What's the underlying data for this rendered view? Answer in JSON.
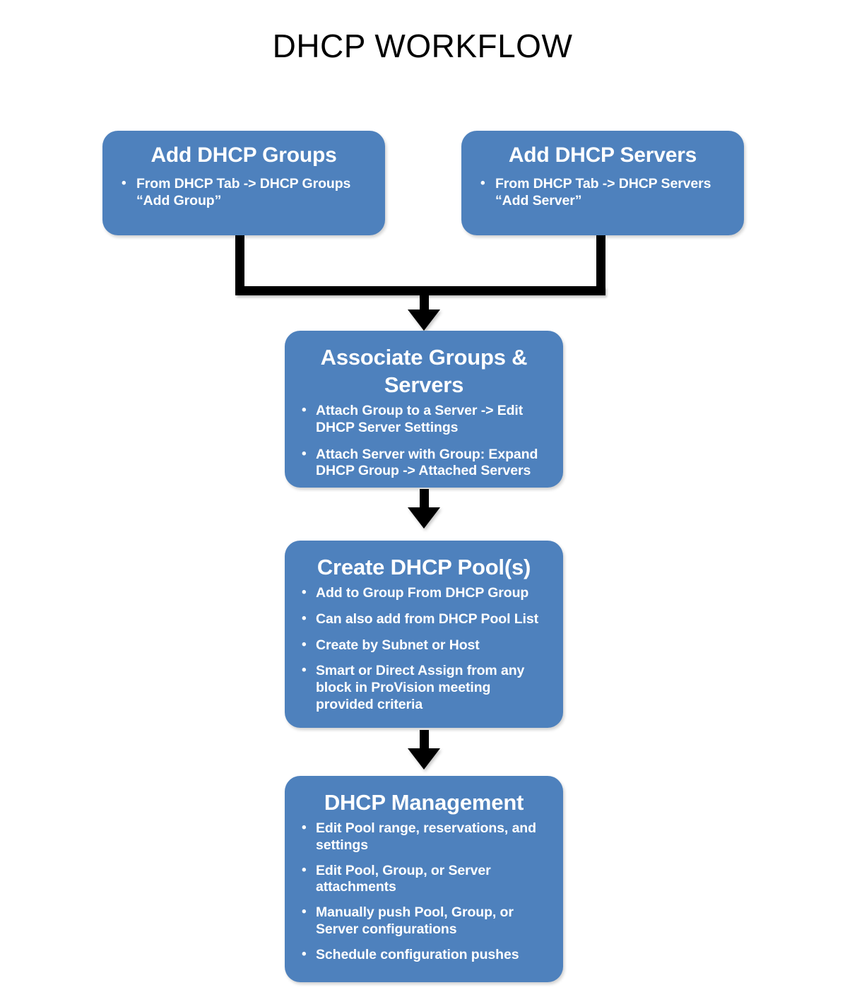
{
  "title": "DHCP WORKFLOW",
  "theme": {
    "node_fill": "#4E81BD",
    "node_text": "#FFFFFF",
    "connector": "#000000",
    "background": "#FFFFFF"
  },
  "nodes": [
    {
      "id": "add-dhcp-groups",
      "title": "Add DHCP Groups",
      "bullets": [
        "From  DHCP Tab -> DHCP Groups “Add Group”"
      ]
    },
    {
      "id": "add-dhcp-servers",
      "title": "Add DHCP Servers",
      "bullets": [
        "From  DHCP Tab -> DHCP Servers “Add Server”"
      ]
    },
    {
      "id": "associate-groups-servers",
      "title": "Associate Groups & Servers",
      "bullets": [
        "Attach Group to a Server -> Edit DHCP Server Settings",
        "Attach Server with Group: Expand DHCP Group -> Attached Servers"
      ]
    },
    {
      "id": "create-dhcp-pools",
      "title": "Create DHCP Pool(s)",
      "bullets": [
        "Add to Group From DHCP Group",
        "Can also add from DHCP Pool List",
        "Create by Subnet or Host",
        "Smart or Direct Assign from any block in ProVision meeting provided criteria"
      ]
    },
    {
      "id": "dhcp-management",
      "title": "DHCP Management",
      "bullets": [
        "Edit Pool range, reservations, and settings",
        "Edit Pool, Group, or Server attachments",
        "Manually push Pool, Group, or Server configurations",
        "Schedule configuration pushes"
      ]
    }
  ],
  "connectors": [
    {
      "id": "merge-to-associate",
      "from": [
        "add-dhcp-groups",
        "add-dhcp-servers"
      ],
      "to": "associate-groups-servers",
      "style": "merge-down-arrow"
    },
    {
      "id": "associate-to-pools",
      "from": [
        "associate-groups-servers"
      ],
      "to": "create-dhcp-pools",
      "style": "down-arrow"
    },
    {
      "id": "pools-to-management",
      "from": [
        "create-dhcp-pools"
      ],
      "to": "dhcp-management",
      "style": "down-arrow"
    }
  ]
}
